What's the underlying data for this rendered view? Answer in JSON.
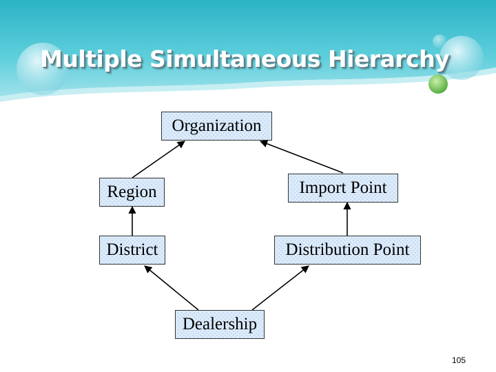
{
  "slide": {
    "title": "Multiple Simultaneous Hierarchy",
    "page_number": "105"
  },
  "diagram": {
    "nodes": {
      "organization": "Organization",
      "region": "Region",
      "import_point": "Import Point",
      "district": "District",
      "distribution_point": "Distribution Point",
      "dealership": "Dealership"
    },
    "edges": [
      {
        "from": "region",
        "to": "organization"
      },
      {
        "from": "import_point",
        "to": "organization"
      },
      {
        "from": "district",
        "to": "region"
      },
      {
        "from": "distribution_point",
        "to": "import_point"
      },
      {
        "from": "dealership",
        "to": "district"
      },
      {
        "from": "dealership",
        "to": "distribution_point"
      }
    ]
  },
  "colors": {
    "header_teal": "#3bbfd0",
    "node_fill": "#dcebfa",
    "accent_green": "#6cc04a"
  }
}
